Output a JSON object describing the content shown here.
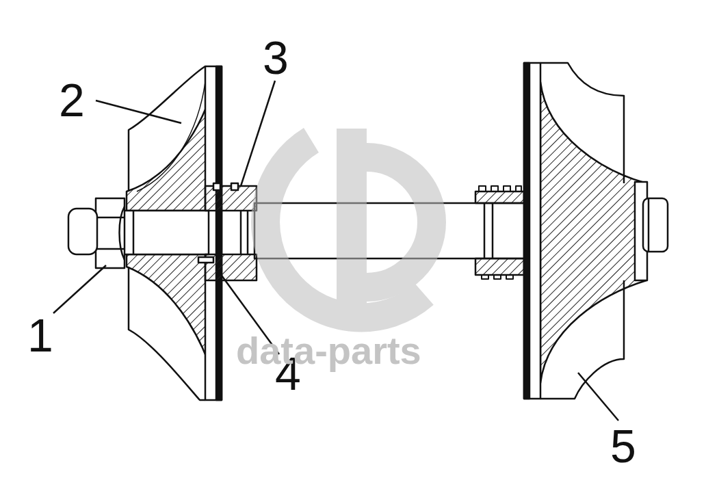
{
  "diagram": {
    "labels": [
      "2",
      "3",
      "1",
      "4",
      "5",
      "data-parts"
    ]
  }
}
